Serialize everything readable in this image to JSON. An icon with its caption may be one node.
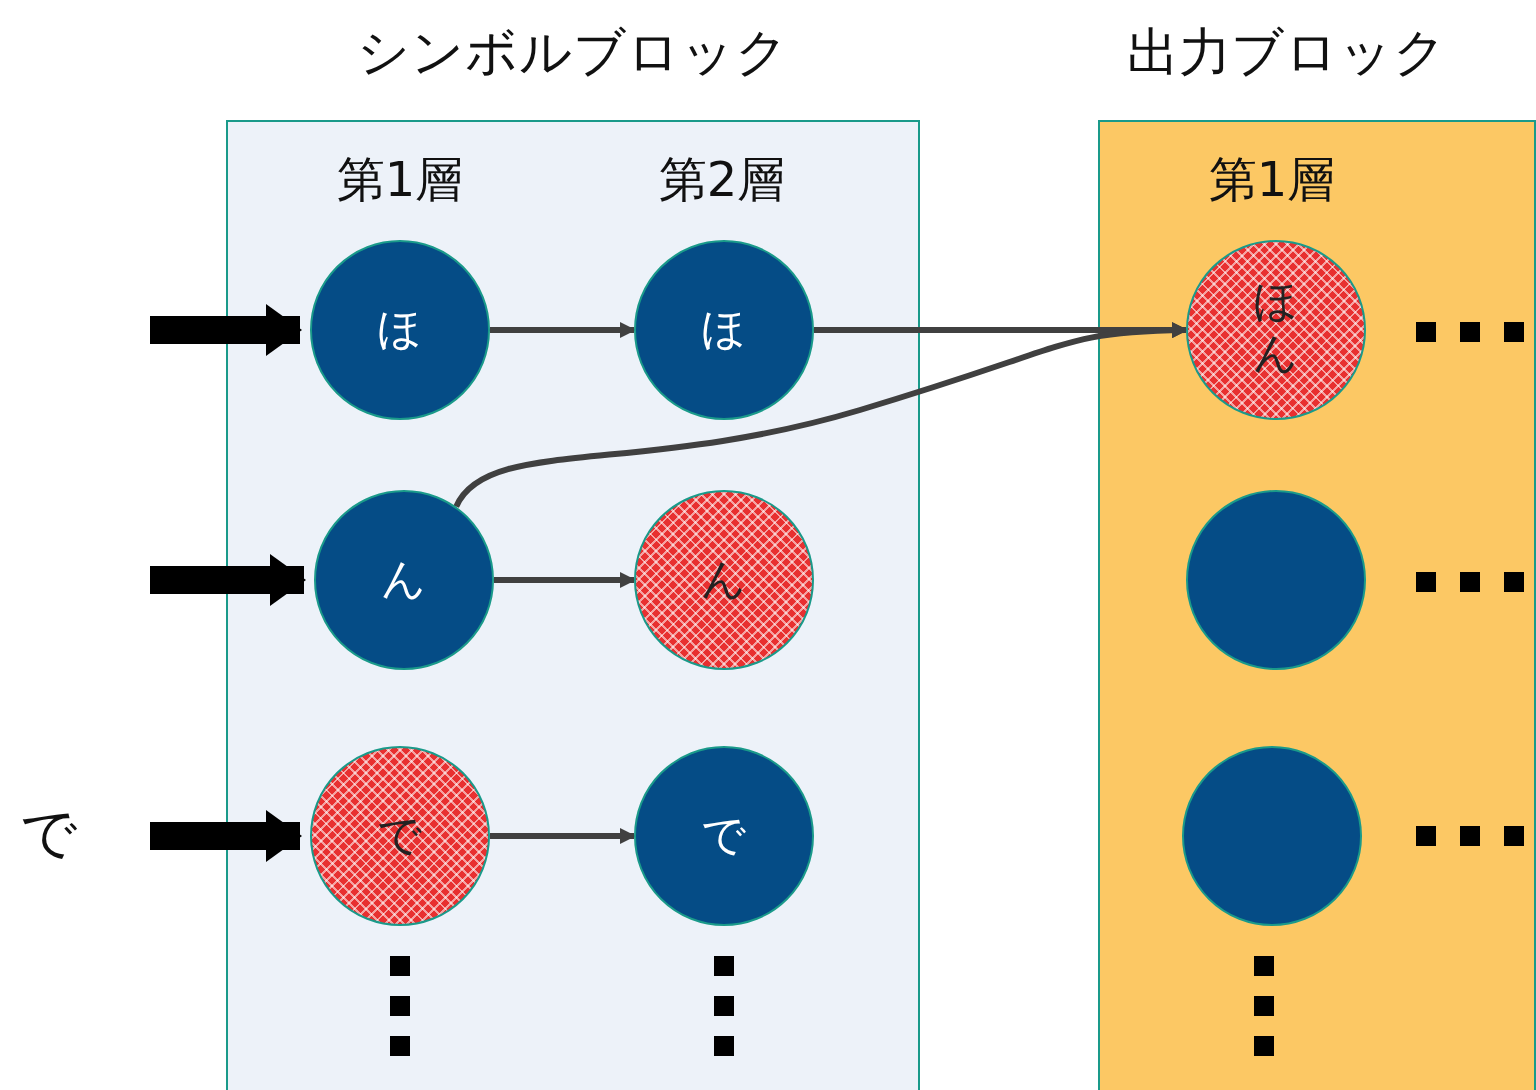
{
  "diagram": {
    "nodes": [
      {
        "text": [
          "シンボルブロック"
        ]
      },
      {
        "text": [
          "出力ブロック"
        ]
      },
      {
        "text": [
          "ほ"
        ],
        "in": 0
      },
      {
        "text": [
          "ほ"
        ],
        "in": 0
      },
      {
        "text": [
          "ん"
        ],
        "in": 0
      },
      {
        "text": [
          "ん"
        ],
        "in": 0
      },
      {
        "text": [
          "で"
        ],
        "in": 0
      },
      {
        "text": [
          "で"
        ],
        "in": 0
      },
      {
        "text": [
          "ほん"
        ],
        "in": 1
      },
      {
        "text": [],
        "shape": "circle",
        "in": 1
      },
      {
        "text": [],
        "shape": "circle",
        "in": 1
      },
      {
        "text": [
          "で"
        ]
      }
    ],
    "edges": [
      {
        "from": null,
        "to": 2,
        "arrow": "to",
        "style": "thick"
      },
      {
        "from": null,
        "to": 4,
        "arrow": "to",
        "style": "thick"
      },
      {
        "from": 11,
        "to": 6,
        "arrow": "to",
        "style": "thick"
      },
      {
        "from": 2,
        "to": 3,
        "arrow": "to"
      },
      {
        "from": 4,
        "to": 5,
        "arrow": "to"
      },
      {
        "from": 6,
        "to": 7,
        "arrow": "to"
      },
      {
        "from": 3,
        "to": 8,
        "arrow": "to"
      },
      {
        "from": 4,
        "to": 8,
        "arrow": "to"
      }
    ],
    "labels": [
      "第1層",
      "第2層",
      "第1層"
    ]
  }
}
